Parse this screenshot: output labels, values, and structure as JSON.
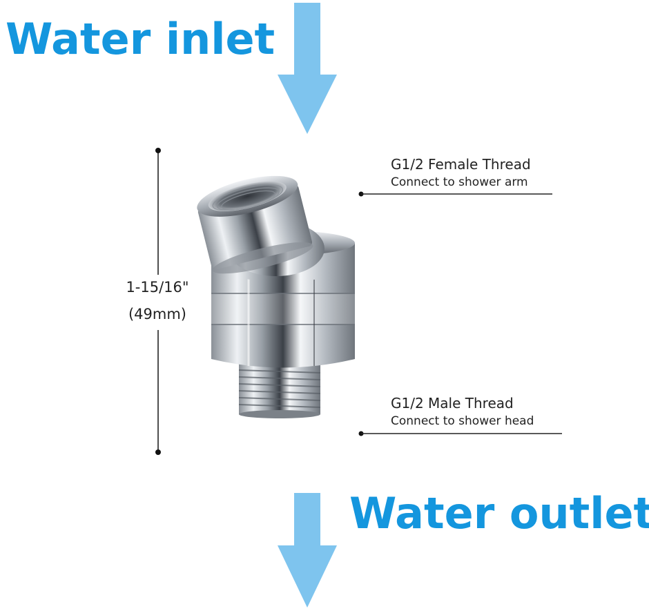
{
  "inlet": {
    "label": "Water inlet"
  },
  "outlet": {
    "label": "Water outlet"
  },
  "dimension": {
    "line1": "1-15/16\"",
    "line2": "(49mm)"
  },
  "callouts": {
    "female": {
      "title": "G1/2 Female Thread",
      "subtitle": "Connect to shower arm"
    },
    "male": {
      "title": "G1/2 Male Thread",
      "subtitle": "Connect to shower head"
    }
  },
  "colors": {
    "accent": "#1496de",
    "arrow": "#7ec4ee",
    "chrome": "#b9bec4"
  }
}
